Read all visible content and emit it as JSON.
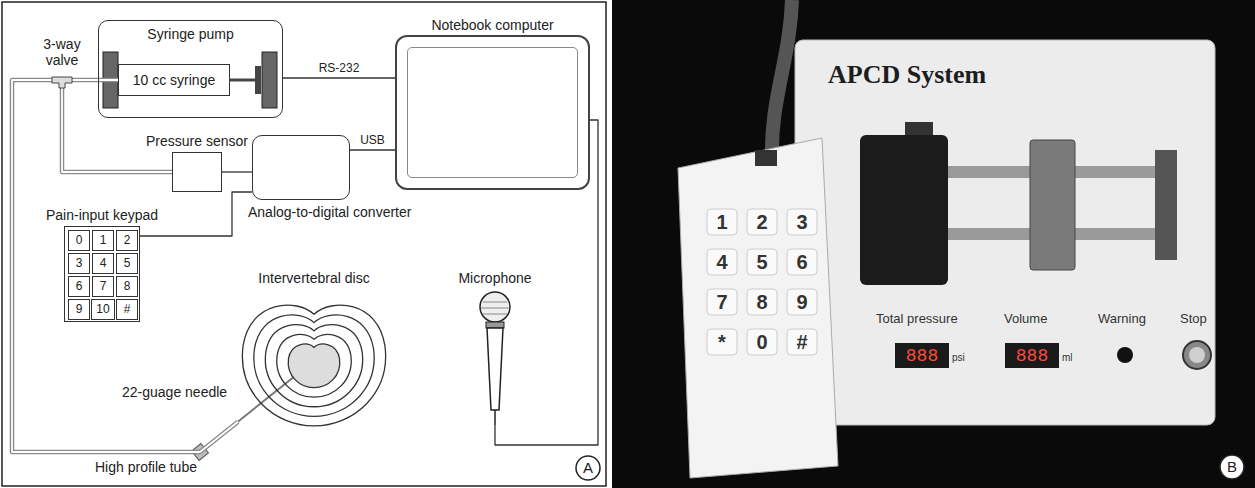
{
  "diagram": {
    "nodes": [
      {
        "text": [
          "Syringe pump"
        ]
      },
      {
        "text": [
          "10 cc syringe"
        ],
        "in": 0
      },
      {
        "text": [
          "Notebook computer"
        ]
      },
      {
        "text": [
          "3-way valve"
        ]
      },
      {
        "text": [
          "Pressure sensor"
        ]
      },
      {
        "text": [
          "Analog-to-digital converter"
        ]
      },
      {
        "text": [
          "Pain-input keypad"
        ]
      },
      {
        "text": [
          "0"
        ],
        "in": 6
      },
      {
        "text": [
          "1"
        ],
        "in": 6
      },
      {
        "text": [
          "2"
        ],
        "in": 6
      },
      {
        "text": [
          "3"
        ],
        "in": 6
      },
      {
        "text": [
          "4"
        ],
        "in": 6
      },
      {
        "text": [
          "5"
        ],
        "in": 6
      },
      {
        "text": [
          "6"
        ],
        "in": 6
      },
      {
        "text": [
          "7"
        ],
        "in": 6
      },
      {
        "text": [
          "8"
        ],
        "in": 6
      },
      {
        "text": [
          "9"
        ],
        "in": 6
      },
      {
        "text": [
          "10"
        ],
        "in": 6
      },
      {
        "text": [
          "#"
        ],
        "in": 6
      },
      {
        "text": [
          "Intervertebral disc"
        ]
      },
      {
        "text": [
          "Microphone"
        ]
      }
    ],
    "edges": [
      {
        "from": 1,
        "to": 3,
        "arrow": "none"
      },
      {
        "from": 3,
        "to": 4,
        "arrow": "none"
      },
      {
        "from": 3,
        "to": 19,
        "arrow": "none"
      },
      {
        "from": 0,
        "to": 2,
        "label": "RS-232",
        "arrow": "none"
      },
      {
        "from": 4,
        "to": 5,
        "arrow": "none"
      },
      {
        "from": 5,
        "to": 2,
        "label": "USB",
        "arrow": "none"
      },
      {
        "from": 6,
        "to": 5,
        "arrow": "none"
      },
      {
        "from": 20,
        "to": 2,
        "arrow": "none"
      }
    ],
    "labels": [
      "22-guage needle",
      "High profile tube",
      "A",
      "APCD System",
      "1",
      "2",
      "3",
      "4",
      "5",
      "6",
      "7",
      "8",
      "9",
      "*",
      "0",
      "#",
      "Total pressure",
      "Volume",
      "Warning",
      "Stop",
      "888",
      "psi",
      "888",
      "ml",
      "B"
    ]
  }
}
